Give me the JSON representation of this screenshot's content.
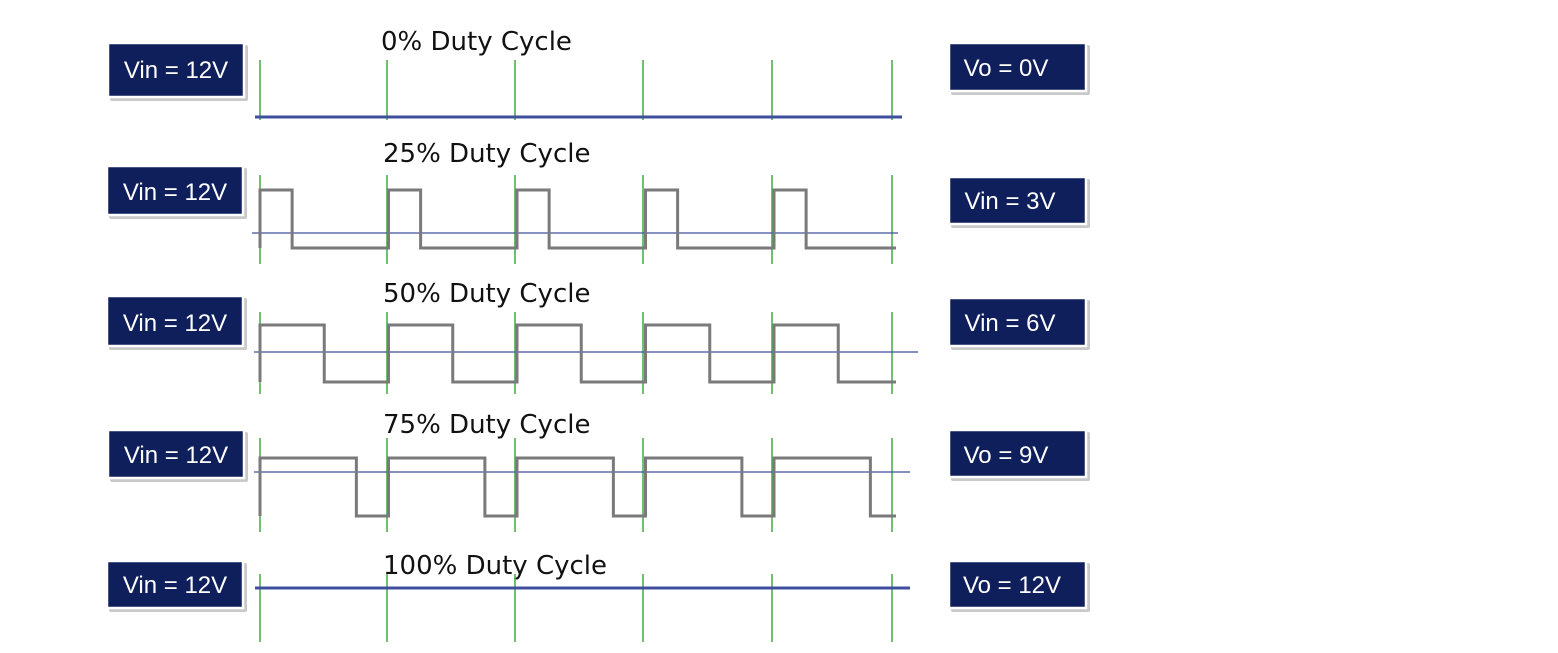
{
  "colors": {
    "label_box_fill": "#0e1f5b",
    "label_box_text": "#ffffff",
    "waveform": "#7a7a7a",
    "average_line": "#3f4f9e",
    "period_markers": "#4caf50",
    "title_text": "#111111"
  },
  "rows": [
    {
      "title": "0% Duty Cycle",
      "duty": 0,
      "input_label": "Vin = 12V",
      "output_label": "Vo = 0V"
    },
    {
      "title": "25% Duty Cycle",
      "duty": 0.25,
      "input_label": "Vin = 12V",
      "output_label": "Vin = 3V"
    },
    {
      "title": "50% Duty Cycle",
      "duty": 0.5,
      "input_label": "Vin = 12V",
      "output_label": "Vin = 6V"
    },
    {
      "title": "75% Duty Cycle",
      "duty": 0.75,
      "input_label": "Vin = 12V",
      "output_label": "Vo = 9V"
    },
    {
      "title": "100% Duty Cycle",
      "duty": 1,
      "input_label": "Vin = 12V",
      "output_label": "Vo = 12V"
    }
  ],
  "periods_per_row": 5
}
